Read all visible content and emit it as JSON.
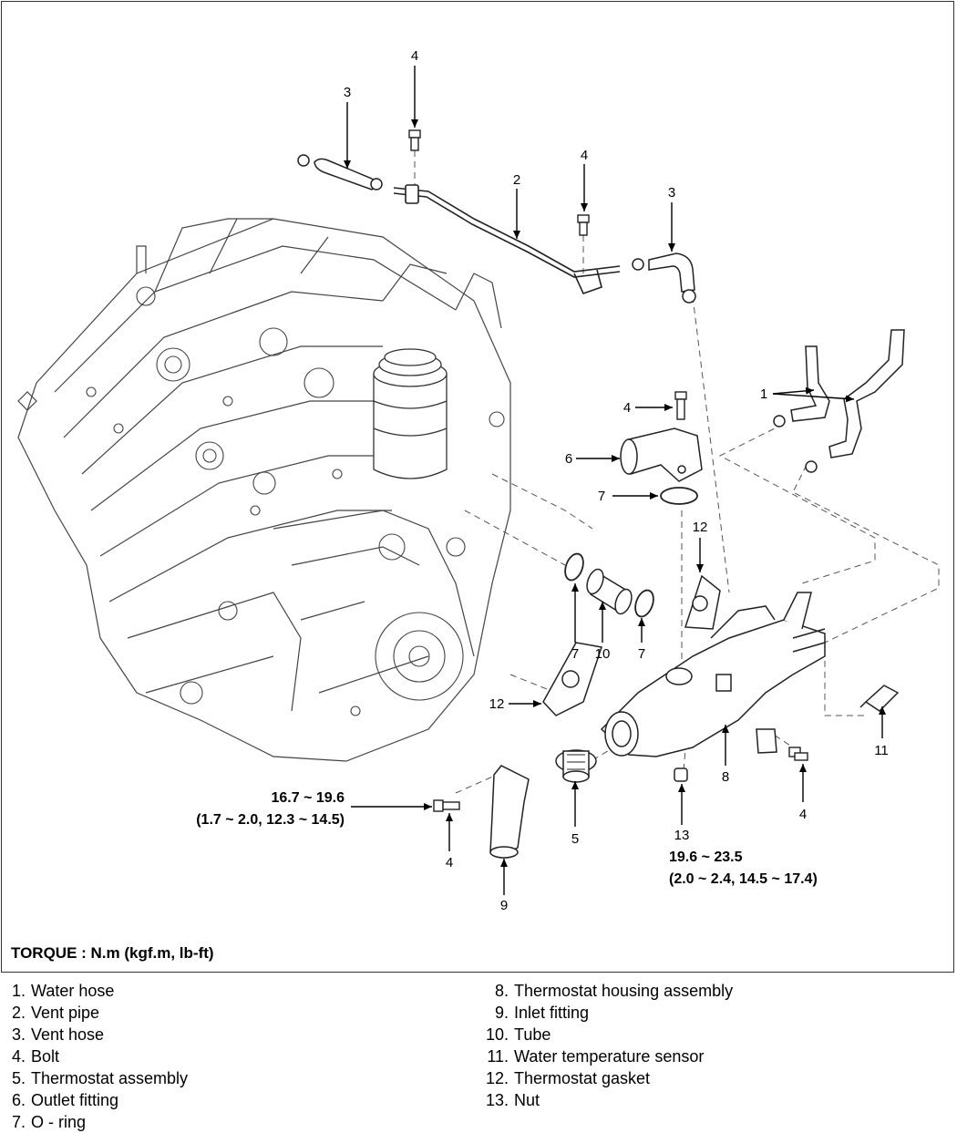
{
  "callouts": {
    "c3a": "3",
    "c4a": "4",
    "c2": "2",
    "c4b": "4",
    "c3b": "3",
    "c1": "1",
    "c4c": "4",
    "c6": "6",
    "c7a": "7",
    "c12a": "12",
    "c7b": "7",
    "c10": "10",
    "c7c": "7",
    "c12b": "12",
    "c11": "11",
    "c8": "8",
    "c4d": "4",
    "c13": "13",
    "c5": "5",
    "c4e": "4",
    "c9": "9"
  },
  "torque_left": {
    "line1": "16.7 ~ 19.6",
    "line2": "(1.7 ~ 2.0, 12.3 ~ 14.5)"
  },
  "torque_right": {
    "line1": "19.6 ~ 23.5",
    "line2": "(2.0 ~ 2.4, 14.5 ~ 17.4)"
  },
  "torque_unit": "TORQUE : N.m (kgf.m, lb-ft)",
  "legend": {
    "left": [
      {
        "num": "1.",
        "label": "Water hose"
      },
      {
        "num": "2.",
        "label": "Vent pipe"
      },
      {
        "num": "3.",
        "label": "Vent hose"
      },
      {
        "num": "4.",
        "label": "Bolt"
      },
      {
        "num": "5.",
        "label": "Thermostat assembly"
      },
      {
        "num": "6.",
        "label": "Outlet fitting"
      },
      {
        "num": "7.",
        "label": "O - ring"
      }
    ],
    "right": [
      {
        "num": "8.",
        "label": "Thermostat housing assembly"
      },
      {
        "num": "9.",
        "label": "Inlet fitting"
      },
      {
        "num": "10.",
        "label": "Tube"
      },
      {
        "num": "11.",
        "label": "Water temperature sensor"
      },
      {
        "num": "12.",
        "label": "Thermostat gasket"
      },
      {
        "num": "13.",
        "label": "Nut"
      }
    ]
  }
}
